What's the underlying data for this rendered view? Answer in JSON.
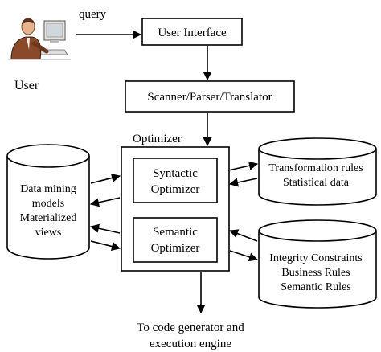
{
  "labels": {
    "query": "query",
    "user": "User",
    "user_interface": "User Interface",
    "scanner": "Scanner/Parser/Translator",
    "optimizer": "Optimizer",
    "syntactic": [
      "Syntactic",
      "Optimizer"
    ],
    "semantic": [
      "Semantic",
      "Optimizer"
    ],
    "data_mining": [
      "Data mining",
      "models",
      "Materialized",
      "views"
    ],
    "transformation": [
      "Transformation rules",
      "Statistical data"
    ],
    "integrity": [
      "Integrity Constraints",
      "Business Rules",
      "Semantic Rules"
    ],
    "output": [
      "To code generator and",
      "execution engine"
    ]
  },
  "colors": {
    "stroke": "#000000",
    "fill": "#ffffff"
  },
  "icons": {
    "user": "user-at-computer-icon"
  }
}
